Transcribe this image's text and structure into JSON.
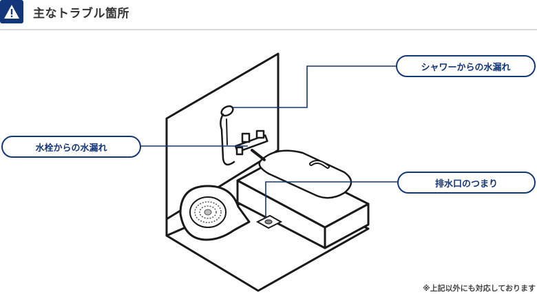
{
  "header": {
    "title": "主なトラブル箇所",
    "icon": "warning-icon",
    "icon_color": "#12367a"
  },
  "callouts": [
    {
      "id": "shower",
      "label": "シャワーからの水漏れ"
    },
    {
      "id": "faucet",
      "label": "水栓からの水漏れ"
    },
    {
      "id": "drain",
      "label": "排水口のつまり"
    }
  ],
  "footnote": "※上記以外にも対応しております",
  "colors": {
    "accent": "#12367a",
    "line": "#1a1a1a",
    "divider": "#d8d8d8"
  }
}
